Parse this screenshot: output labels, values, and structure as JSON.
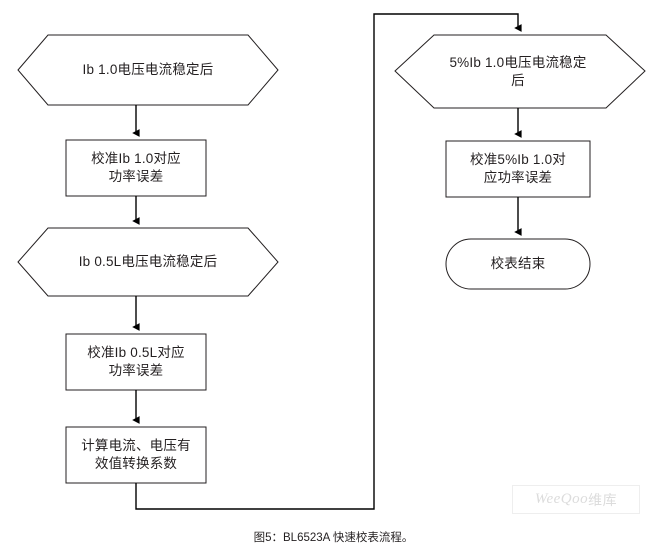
{
  "figure": {
    "caption": "图5：BL6523A 快速校表流程。",
    "watermark": {
      "latin": "WeeQoo",
      "chinese": "维库"
    },
    "stroke_color": "#231f20",
    "fill_color": "#ffffff",
    "background": "#ffffff"
  },
  "flowchart": {
    "type": "flowchart",
    "left_column": [
      {
        "id": "n1",
        "shape": "hexagon",
        "label": "Ib 1.0电压电流稳定后"
      },
      {
        "id": "n2",
        "shape": "process",
        "label": "校准Ib 1.0对应\n功率误差"
      },
      {
        "id": "n3",
        "shape": "hexagon",
        "label": "Ib 0.5L电压电流稳定后"
      },
      {
        "id": "n4",
        "shape": "process",
        "label": "校准Ib 0.5L对应\n功率误差"
      },
      {
        "id": "n5",
        "shape": "process",
        "label": "计算电流、电压有\n效值转换系数"
      }
    ],
    "right_column": [
      {
        "id": "n6",
        "shape": "hexagon",
        "label": "5%Ib 1.0电压电流稳定\n后"
      },
      {
        "id": "n7",
        "shape": "process",
        "label": "校准5%Ib 1.0对\n应功率误差"
      },
      {
        "id": "n8",
        "shape": "terminator",
        "label": "校表结束"
      }
    ],
    "connectors": [
      {
        "from": "n1",
        "to": "n2",
        "arrow": true
      },
      {
        "from": "n2",
        "to": "n3",
        "arrow": true
      },
      {
        "from": "n3",
        "to": "n4",
        "arrow": true
      },
      {
        "from": "n4",
        "to": "n5",
        "arrow": true
      },
      {
        "from": "n5",
        "to": "n6",
        "arrow": true,
        "routing": "down-right-up-right-down"
      },
      {
        "from": "n6",
        "to": "n7",
        "arrow": true
      },
      {
        "from": "n7",
        "to": "n8",
        "arrow": true
      }
    ]
  }
}
